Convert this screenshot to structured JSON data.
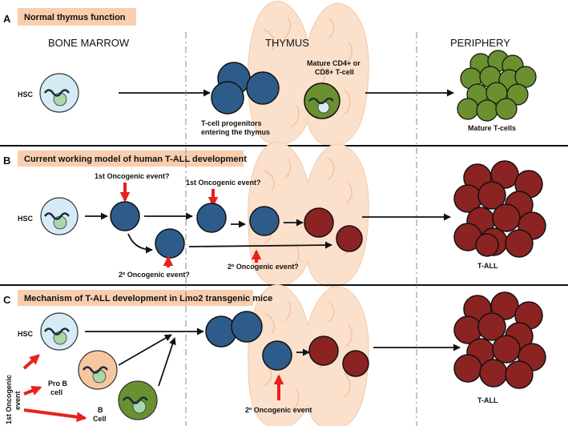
{
  "panels": [
    {
      "letter": "A",
      "header": "Normal thymus function"
    },
    {
      "letter": "B",
      "header": "Current working model of human T-ALL development"
    },
    {
      "letter": "C",
      "header": "Mechanism of T-ALL development in Lmo2 transgenic mice"
    }
  ],
  "columns": {
    "bone_marrow": "BONE MARROW",
    "thymus": "THYMUS",
    "periphery": "PERIPHERY"
  },
  "panel_a": {
    "hsc": "HSC",
    "mature_line1": "Mature CD4+ or",
    "mature_line2": "CD8+ T-cell",
    "progenitors_line1": "T-cell progenitors",
    "progenitors_line2": "entering the thymus",
    "mature_t_cells": "Mature T-cells"
  },
  "panel_b": {
    "hsc": "HSC",
    "first_event_1": "1st Oncogenic event?",
    "first_event_2": "1st Oncogenic event?",
    "second_event_1": "2º Oncogenic event?",
    "second_event_2": "2º Oncogenic event?",
    "t_all": "T-ALL"
  },
  "panel_c": {
    "hsc": "HSC",
    "pro_b_line1": "Pro B",
    "pro_b_line2": "cell",
    "b_cell_line1": "B",
    "b_cell_line2": "Cell",
    "first_event_line1": "1st Oncogenic",
    "first_event_line2": "event",
    "second_event": "2º Oncogenic event",
    "t_all": "T-ALL"
  },
  "colors": {
    "hsc_fill": "#d6ebf5",
    "progenitor_blue": "#2e5c8a",
    "mature_green": "#6b9030",
    "tall_red": "#8b2323",
    "pro_b_orange": "#f7c7a0",
    "thymus": "#fbe0cc",
    "header_bg": "#f9ceae",
    "arrow_red": "#e8211d"
  }
}
